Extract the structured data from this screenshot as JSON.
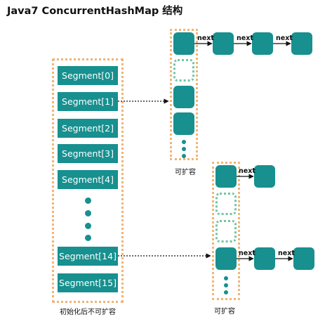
{
  "title": "Java7 ConcurrentHashMap 结构",
  "segments": [
    "Segment[0]",
    "Segment[1]",
    "Segment[2]",
    "Segment[3]",
    "Segment[4]",
    "Segment[14]",
    "Segment[15]"
  ],
  "segment_array_caption": "初始化后不可扩容",
  "table1_caption": "可扩容",
  "table2_caption": "可扩容",
  "next_label": "next",
  "colors": {
    "node": "#17908f",
    "frame": "#f0b476",
    "empty_slot": "#72c6a2"
  }
}
